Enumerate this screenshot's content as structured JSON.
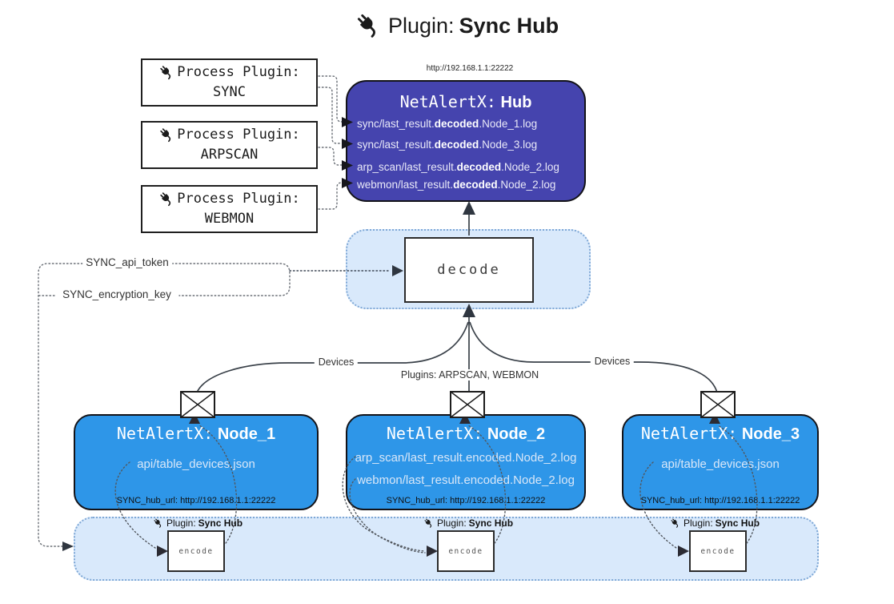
{
  "title": {
    "icon": "plug-icon",
    "prefix": "Plugin:",
    "name": "Sync Hub"
  },
  "hub": {
    "url": "http://192.168.1.1:22222",
    "title_prefix": "NetAlertX:",
    "title_name": "Hub",
    "logs": [
      {
        "pre": "sync/last_result.",
        "bold": "decoded",
        "post": ".Node_1.log"
      },
      {
        "pre": "sync/last_result.",
        "bold": "decoded",
        "post": ".Node_3.log"
      },
      {
        "pre": "arp_scan/last_result.",
        "bold": "decoded",
        "post": ".Node_2.log"
      },
      {
        "pre": "webmon/last_result.",
        "bold": "decoded",
        "post": ".Node_2.log"
      }
    ]
  },
  "process_plugins": [
    {
      "title": "Process Plugin:",
      "name": "SYNC"
    },
    {
      "title": "Process Plugin:",
      "name": "ARPSCAN"
    },
    {
      "title": "Process Plugin:",
      "name": "WEBMON"
    }
  ],
  "decode": {
    "label": "decode"
  },
  "settings": {
    "api_token": "SYNC_api_token",
    "encryption_key": "SYNC_encryption_key"
  },
  "edge_labels": {
    "devices_left": "Devices",
    "devices_right": "Devices",
    "plugins_center": "Plugins: ARPSCAN, WEBMON"
  },
  "nodes": [
    {
      "title_prefix": "NetAlertX:",
      "title_name": "Node_1",
      "lines": [
        "api/table_devices.json"
      ],
      "hub_url": "SYNC_hub_url: http://192.168.1.1:22222"
    },
    {
      "title_prefix": "NetAlertX:",
      "title_name": "Node_2",
      "lines": [
        "arp_scan/last_result.encoded.Node_2.log",
        "webmon/last_result.encoded.Node_2.log"
      ],
      "hub_url": "SYNC_hub_url: http://192.168.1.1:22222"
    },
    {
      "title_prefix": "NetAlertX:",
      "title_name": "Node_3",
      "lines": [
        "api/table_devices.json"
      ],
      "hub_url": "SYNC_hub_url: http://192.168.1.1:22222"
    }
  ],
  "encoders": [
    {
      "plugin_prefix": "Plugin:",
      "plugin_name": "Sync Hub",
      "label": "encode"
    },
    {
      "plugin_prefix": "Plugin:",
      "plugin_name": "Sync Hub",
      "label": "encode"
    },
    {
      "plugin_prefix": "Plugin:",
      "plugin_name": "Sync Hub",
      "label": "encode"
    }
  ],
  "colors": {
    "hub_bg": "#4544ae",
    "node_bg": "#2e96e8",
    "container_bg": "#d9e9fb",
    "container_border": "#7fa8d6"
  }
}
